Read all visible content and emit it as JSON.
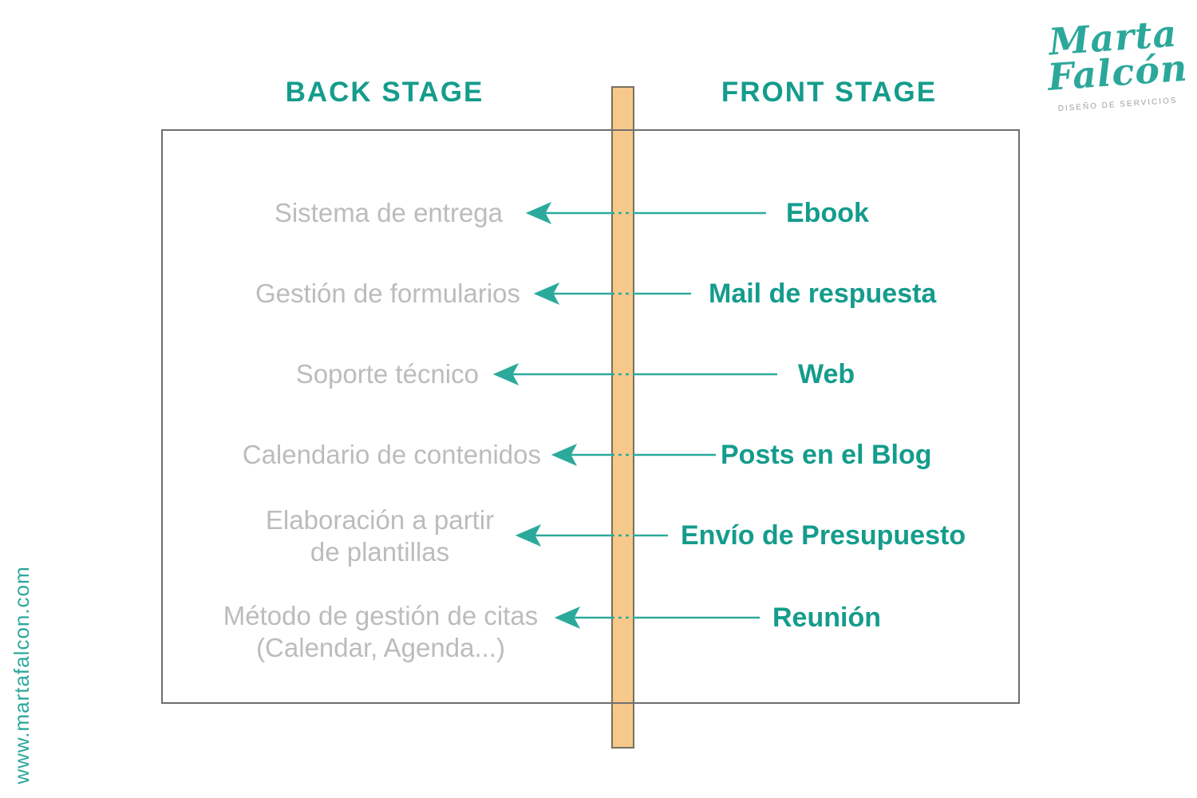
{
  "header": {
    "back": "BACK STAGE",
    "front": "FRONT STAGE"
  },
  "logo": {
    "name_line1": "Marta",
    "name_line2": "Falcón",
    "tagline": "DISEÑO DE SERVICIOS"
  },
  "watermark": {
    "text": "www.martafalcon.com"
  },
  "blueprint": {
    "rows": [
      {
        "back": "Sistema de entrega",
        "front": "Ebook"
      },
      {
        "back": "Gestión de formularios",
        "front": "Mail de respuesta"
      },
      {
        "back": "Soporte técnico",
        "front": "Web"
      },
      {
        "back": "Calendario de contenidos",
        "front": "Posts en el Blog"
      },
      {
        "back": "Elaboración a partir\nde plantillas",
        "front": "Envío de Presupuesto"
      },
      {
        "back": "Método de gestión de citas\n(Calendar, Agenda...)",
        "front": "Reunión"
      }
    ]
  },
  "colors": {
    "teal_text": "#149c8c",
    "arrow_teal": "#2baa9c",
    "brand_teal": "#2ca89b",
    "gray_text": "#bcbcbc",
    "divider_fill": "#f6c98b",
    "divider_stroke": "#77705f",
    "box_border": "#6f6f6f"
  }
}
